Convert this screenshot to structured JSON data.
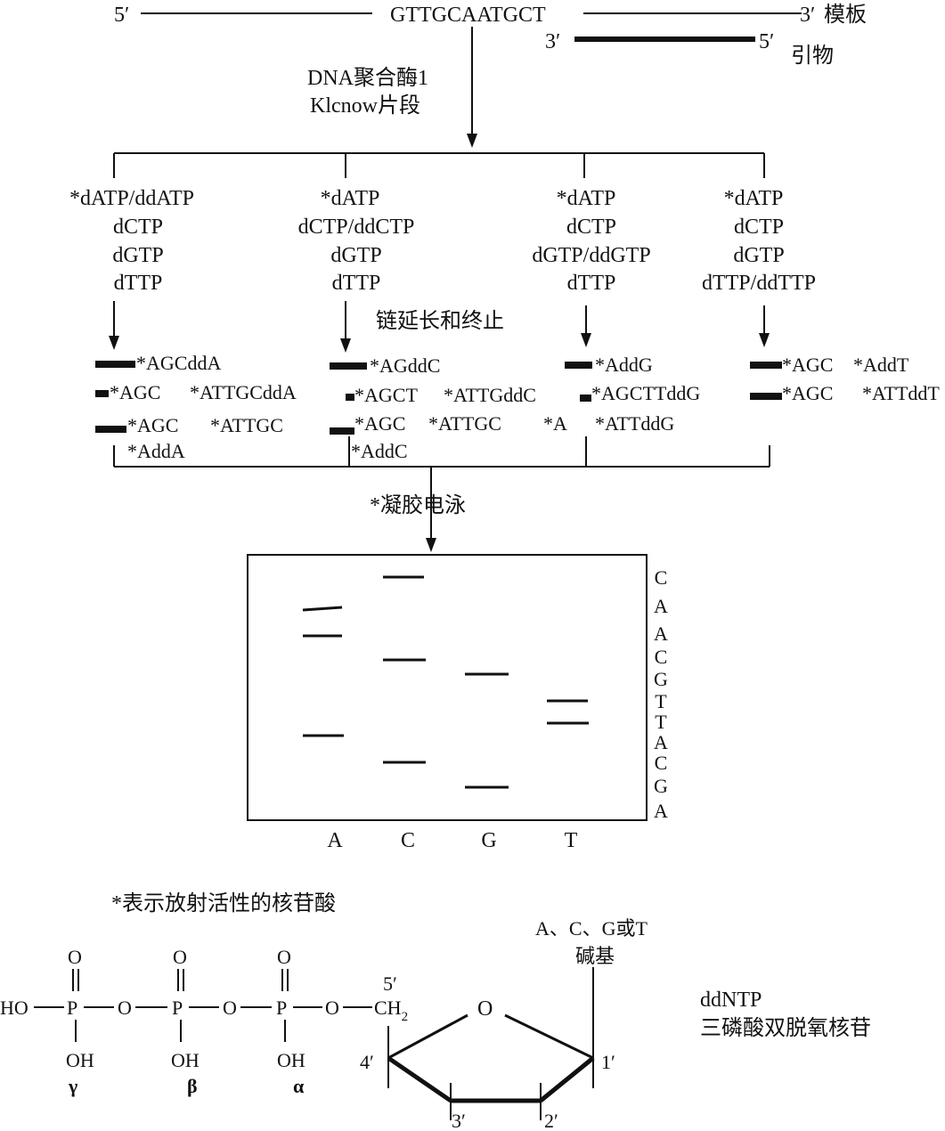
{
  "template": {
    "five_prime": "5′",
    "sequence": "GTTGCAATGCT",
    "three_prime": "3′",
    "label": "模板"
  },
  "primer": {
    "three_prime": "3′",
    "five_prime": "5′",
    "label": "引物"
  },
  "enzyme": {
    "line1": "DNA聚合酶1",
    "line2": "Klcnow片段"
  },
  "reactions": [
    {
      "lines": [
        "*dATP/ddATP",
        "dCTP",
        "dGTP",
        "dTTP"
      ]
    },
    {
      "lines": [
        "*dATP",
        "dCTP/ddCTP",
        "dGTP",
        "dTTP"
      ]
    },
    {
      "lines": [
        "*dATP",
        "dCTP",
        "dGTP/ddGTP",
        "dTTP"
      ]
    },
    {
      "lines": [
        "*dATP",
        "dCTP",
        "dGTP",
        "dTTP/ddTTP"
      ]
    }
  ],
  "elongation_label": "链延长和终止",
  "products": {
    "a": [
      "*AGCddA",
      "*AGC",
      "*ATTGCddA",
      "*AGC",
      "*ATTGC",
      "*AddA"
    ],
    "c": [
      "*AGddC",
      "*AGCT",
      "*ATTGddC",
      "*AGC",
      "*ATTGC",
      "*A",
      "*AddC"
    ],
    "g": [
      "*AddG",
      "*AGCTTddG",
      "*ATTddG"
    ],
    "t": [
      "*AGC",
      "*AddT",
      "*AGC",
      "*ATTddT"
    ]
  },
  "electrophoresis_label": "*凝胶电泳",
  "gel": {
    "lanes": [
      "A",
      "C",
      "G",
      "T"
    ],
    "read_sequence": [
      "C",
      "A",
      "A",
      "C",
      "G",
      "T",
      "T",
      "A",
      "C",
      "G",
      "A"
    ]
  },
  "footnote": "*表示放射活性的核苷酸",
  "ddntp": {
    "base_line1": "A、C、G或T",
    "base_line2": "碱基",
    "name_line1": "ddNTP",
    "name_line2": "三磷酸双脱氧核苷",
    "ho": "HO",
    "p": "P",
    "o": "O",
    "oh": "OH",
    "ch2": "CH",
    "ch2_sub": "2",
    "gamma": "γ",
    "beta": "β",
    "alpha": "α",
    "pos_5": "5′",
    "pos_4": "4′",
    "pos_3": "3′",
    "pos_2": "2′",
    "pos_1": "1′"
  }
}
